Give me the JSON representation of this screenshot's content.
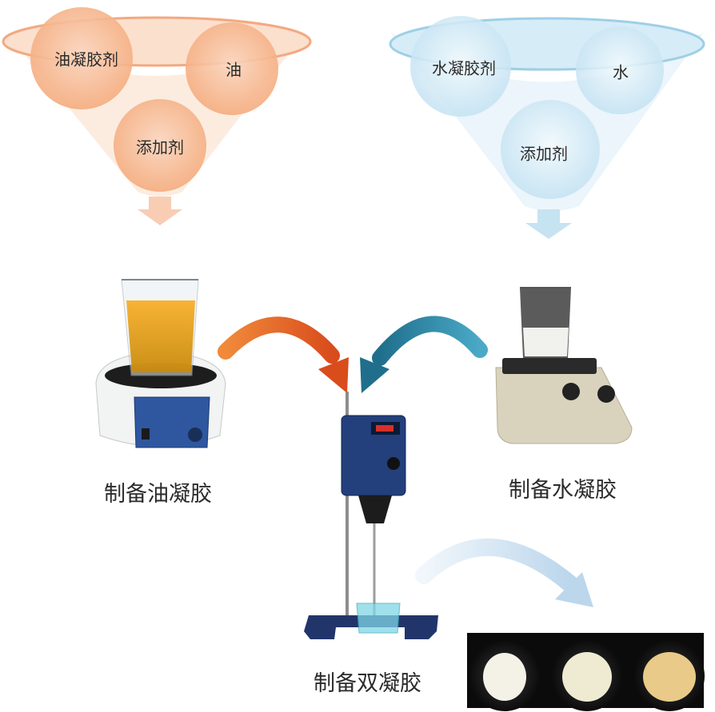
{
  "oil_funnel": {
    "labels": {
      "gelator": "油凝胶剂",
      "base": "油",
      "additive": "添加剂"
    },
    "colors": {
      "rim": "#f2a77b",
      "fill": "#fbe2d2",
      "circle": "#f6b88e",
      "arrow": "#f8cdb4"
    }
  },
  "water_funnel": {
    "labels": {
      "gelator": "水凝胶剂",
      "base": "水",
      "additive": "添加剂"
    },
    "colors": {
      "rim": "#8fc9e6",
      "fill": "#e3f2fa",
      "circle": "#cde9f5",
      "arrow": "#c6e3f2"
    }
  },
  "steps": {
    "oleogel": "制备油凝胶",
    "hydrogel": "制备水凝胶",
    "bigel": "制备双凝胶"
  },
  "arrows": {
    "orange": "#e8612a",
    "teal": "#2f8fae",
    "pale_blue": "#c9dff0"
  },
  "icons": [
    "magnetic-stirrer-icon",
    "hot-plate-stirrer-icon",
    "overhead-stirrer-icon",
    "bigel-samples-photo"
  ]
}
